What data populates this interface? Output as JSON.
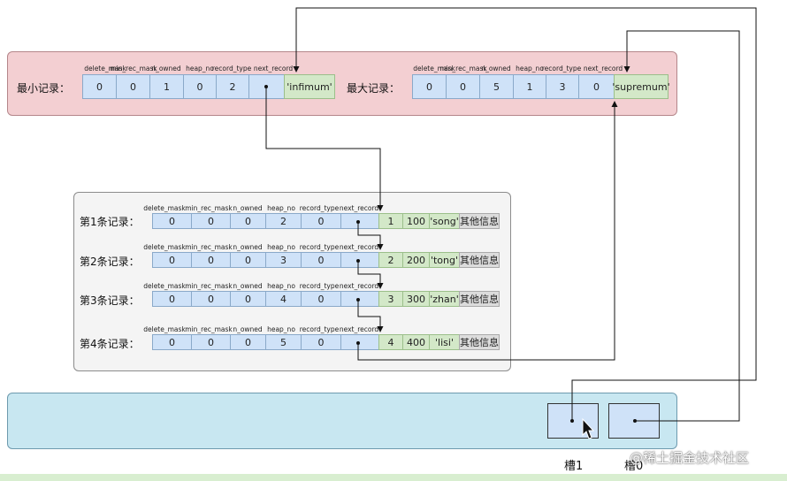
{
  "field_headers": [
    "delete_mask",
    "min_rec_mask",
    "n_owned",
    "heap_no",
    "record_type",
    "next_record"
  ],
  "infimum": {
    "label": "最小记录：",
    "values": [
      "0",
      "0",
      "1",
      "0",
      "2",
      ""
    ],
    "name": "'infimum'"
  },
  "supremum": {
    "label": "最大记录：",
    "values": [
      "0",
      "0",
      "5",
      "1",
      "3",
      "0"
    ],
    "name": "'supremum'"
  },
  "records": [
    {
      "label": "第1条记录：",
      "values": [
        "0",
        "0",
        "0",
        "2",
        "0",
        ""
      ],
      "cols": [
        "1",
        "100",
        "'song'",
        "其他信息"
      ]
    },
    {
      "label": "第2条记录：",
      "values": [
        "0",
        "0",
        "0",
        "3",
        "0",
        ""
      ],
      "cols": [
        "2",
        "200",
        "'tong'",
        "其他信息"
      ]
    },
    {
      "label": "第3条记录：",
      "values": [
        "0",
        "0",
        "0",
        "4",
        "0",
        ""
      ],
      "cols": [
        "3",
        "300",
        "'zhan'",
        "其他信息"
      ]
    },
    {
      "label": "第4条记录：",
      "values": [
        "0",
        "0",
        "0",
        "5",
        "0",
        ""
      ],
      "cols": [
        "4",
        "400",
        "'lisi'",
        "其他信息"
      ]
    }
  ],
  "slots": {
    "slot1_label": "槽1",
    "slot0_label": "槽0"
  },
  "watermark": "@稀土掘金技术社区",
  "colors": {
    "top_panel": "#f3cfd2",
    "record_panel": "#f4f4f4",
    "slot_panel": "#c8e7f1",
    "field_cell": "#cfe2f8",
    "key_cell": "#d3e8c8",
    "other_cell": "#dcdcdc"
  }
}
